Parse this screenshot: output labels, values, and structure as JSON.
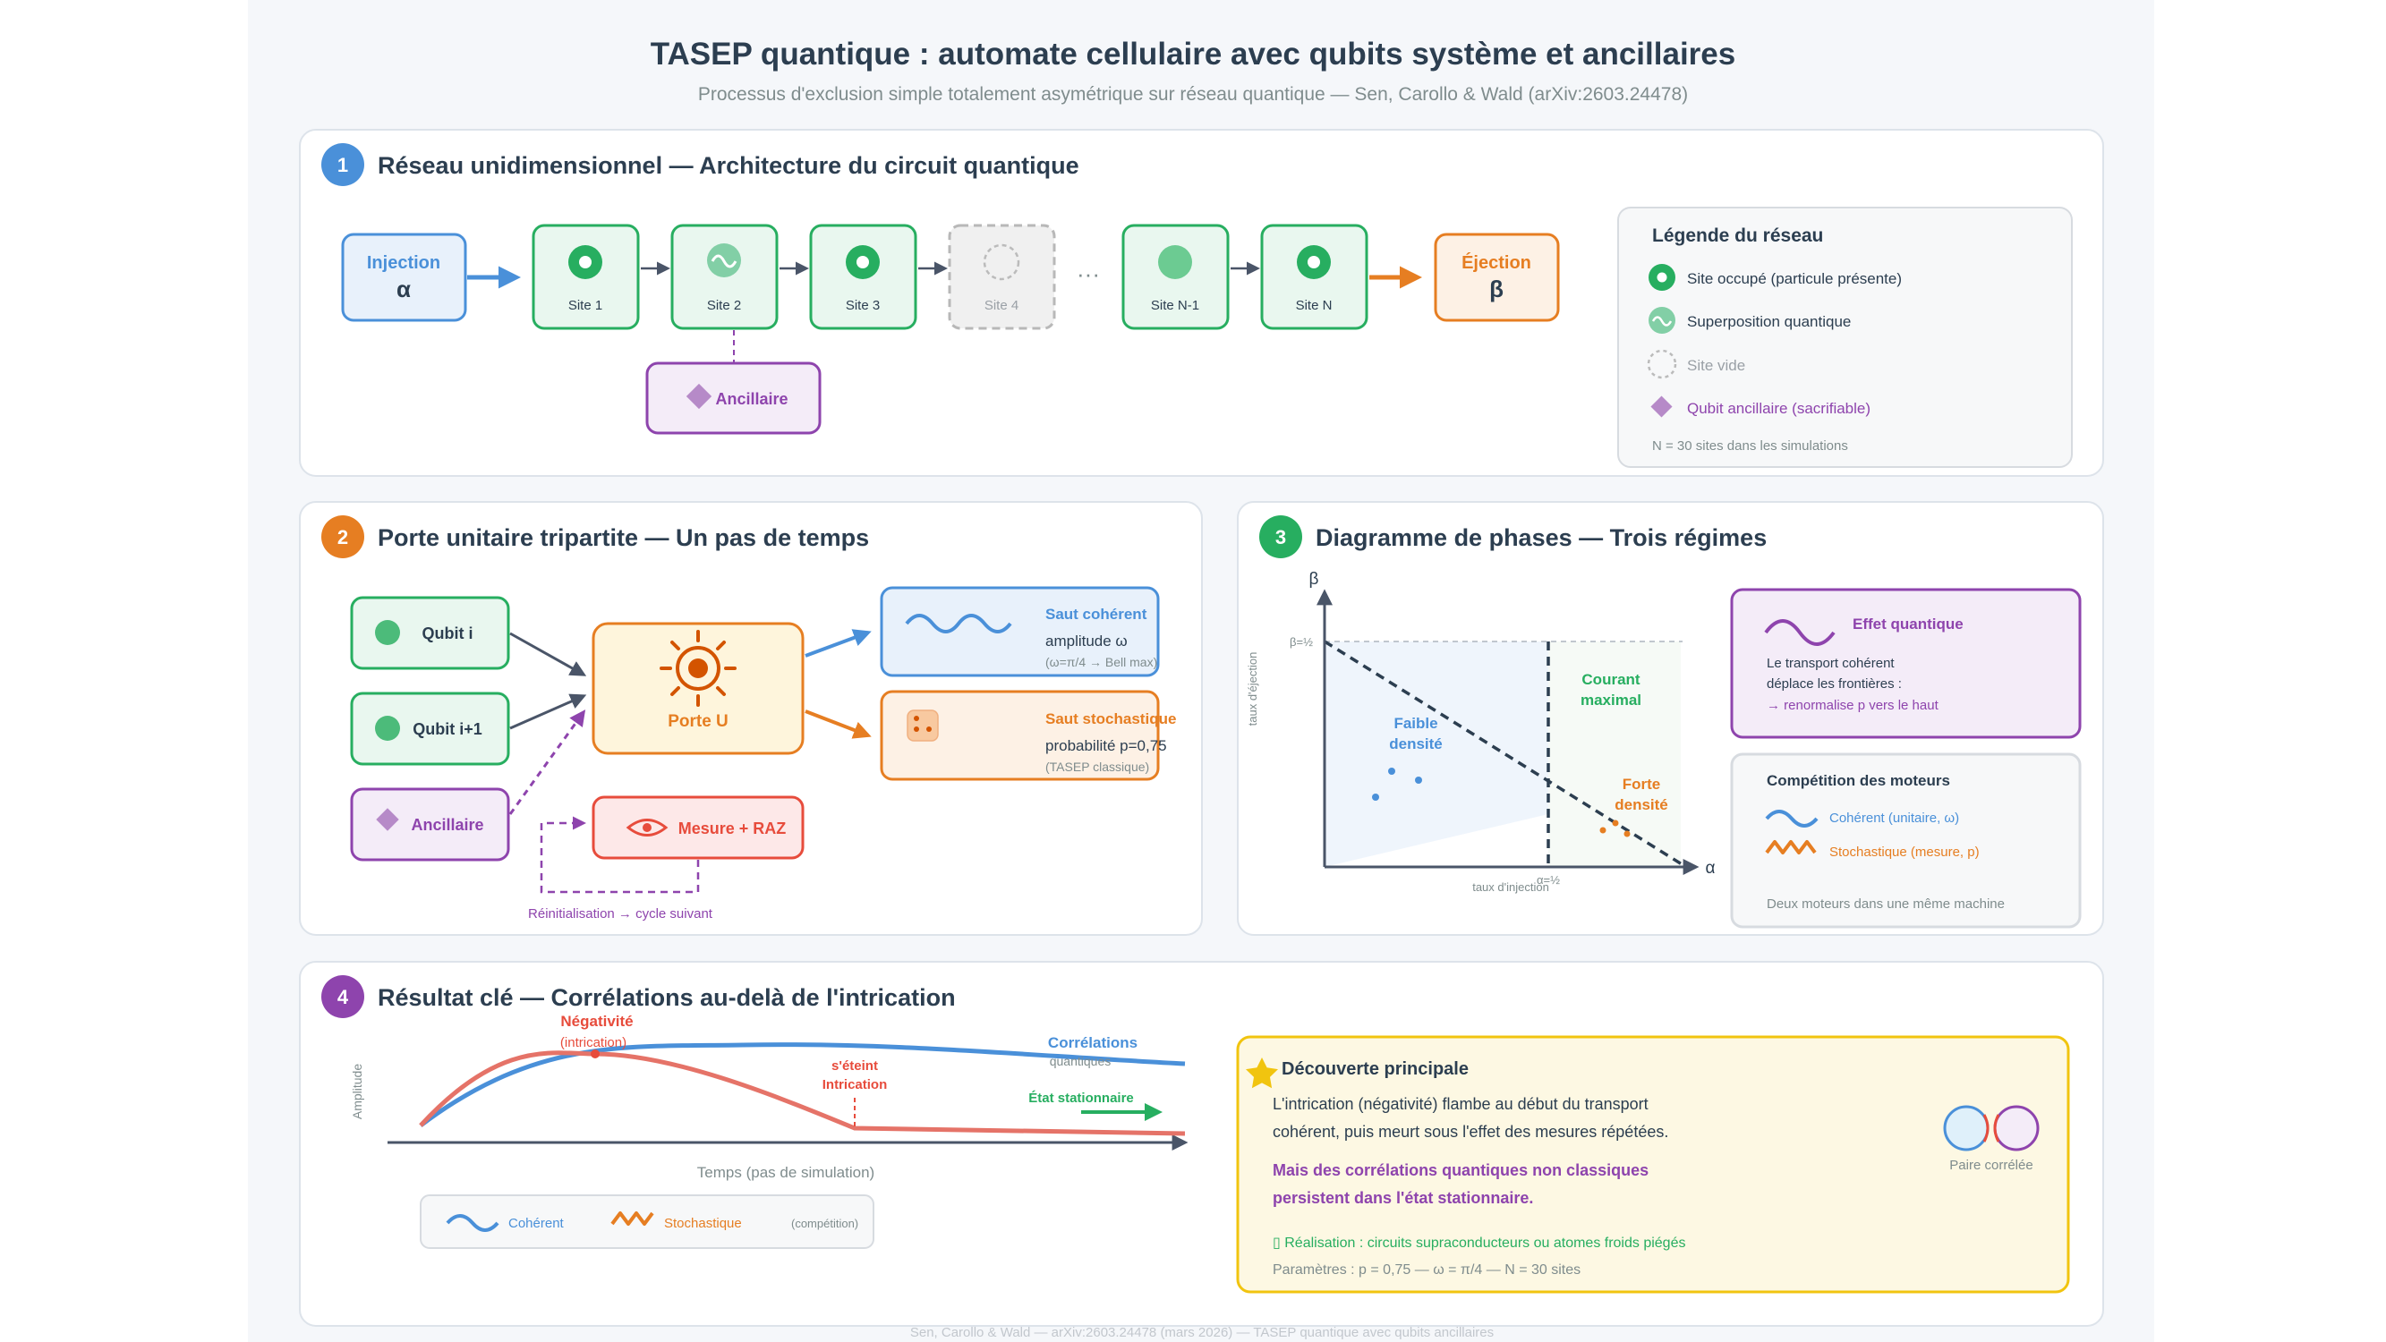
{
  "title": "TASEP quantique : automate cellulaire avec qubits système et ancillaires",
  "subtitle": "Processus d'exclusion simple totalement asymétrique sur réseau quantique — Sen, Carollo & Wald (arXiv:2603.24478)",
  "footer": "Sen, Carollo & Wald — arXiv:2603.24478 (mars 2026) — TASEP quantique avec qubits ancillaires",
  "colors": {
    "blue": "#4a90d9",
    "green": "#27ae60",
    "orange": "#e67e22",
    "purple": "#8e44ad",
    "red": "#e74c3c",
    "gold": "#f1c40f",
    "dark": "#2c3e50"
  },
  "s1": {
    "num": "1",
    "title": "Réseau unidimensionnel — Architecture du circuit quantique",
    "injection": {
      "label": "Injection",
      "symbol": "α"
    },
    "ejection": {
      "label": "Éjection",
      "symbol": "β"
    },
    "sites": [
      "Site 1",
      "Site 2",
      "Site 3",
      "Site 4",
      "Site N-1",
      "Site N"
    ],
    "dots": "···",
    "ancilla": "Ancillaire",
    "legend": {
      "title": "Légende du réseau",
      "occupied": "Site occupé (particule présente)",
      "superposition": "Superposition quantique",
      "empty": "Site vide",
      "ancilla": "Qubit ancillaire (sacrifiable)",
      "note": "N = 30 sites dans les simulations"
    }
  },
  "s2": {
    "num": "2",
    "title": "Porte unitaire tripartite — Un pas de temps",
    "qubit_i": "Qubit i",
    "qubit_i1": "Qubit i+1",
    "ancilla": "Ancillaire",
    "gate": "Porte U",
    "measure": "Mesure + RAZ",
    "reset": "Réinitialisation → cycle suivant",
    "coherent": {
      "title": "Saut cohérent",
      "line1": "amplitude ω",
      "line2": "(ω=π/4 → Bell max)"
    },
    "stochastic": {
      "title": "Saut stochastique",
      "line1": "probabilité p=0,75",
      "line2": "(TASEP classique)"
    }
  },
  "s3": {
    "num": "3",
    "title": "Diagramme de phases — Trois régimes",
    "y_axis": "β",
    "x_axis": "α",
    "y_label": "taux d'éjection",
    "x_label": "taux d'injection",
    "y_tick": "β=½",
    "x_tick": "α=½",
    "low": [
      "Faible",
      "densité"
    ],
    "max": [
      "Courant",
      "maximal"
    ],
    "high": [
      "Forte",
      "densité"
    ],
    "effect": {
      "title": "Effet quantique",
      "line1": "Le transport cohérent",
      "line2": "déplace les frontières :",
      "line3": "→ renormalise p vers le haut"
    },
    "competition": {
      "title": "Compétition des moteurs",
      "coherent": "Cohérent (unitaire, ω)",
      "stochastic": "Stochastique (mesure, p)",
      "note": "Deux moteurs dans une même machine"
    }
  },
  "s4": {
    "num": "4",
    "title": "Résultat clé — Corrélations au-delà de l'intrication",
    "y_label": "Amplitude",
    "x_label": "Temps (pas de simulation)",
    "neg": "Négativité",
    "neg_sub": "(intrication)",
    "dies1": "s'éteint",
    "dies2": "Intrication",
    "corr": "Corrélations",
    "corr_sub": "quantiques",
    "steady": "État stationnaire",
    "legend": {
      "coherent": "Cohérent",
      "stochastic": "Stochastique",
      "competition": "(compétition)"
    },
    "discovery": {
      "title": "Découverte principale",
      "line1": "L'intrication (négativité) flambe au début du transport",
      "line2": "cohérent, puis meurt sous l'effet des mesures répétées.",
      "bold1": "Mais des corrélations quantiques non classiques",
      "bold2": "persistent dans l'état stationnaire.",
      "realisation": "▯ Réalisation : circuits supraconducteurs ou atomes froids piégés",
      "params": "Paramètres : p = 0,75 — ω = π/4 — N = 30 sites",
      "pair": "Paire corrélée"
    }
  }
}
